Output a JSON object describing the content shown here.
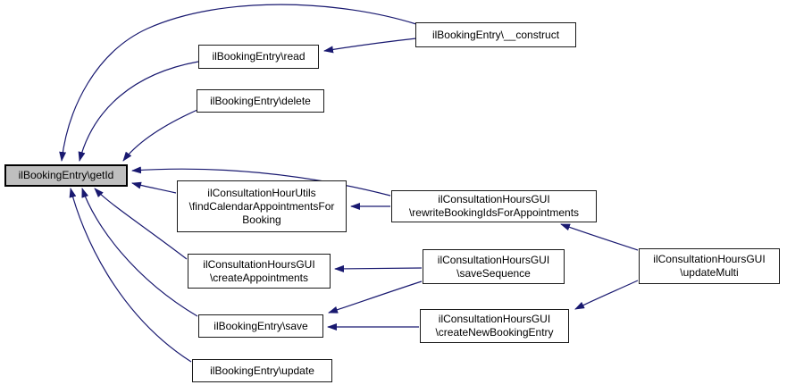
{
  "diagram": {
    "type": "call-graph",
    "highlighted_node": "ilBookingEntry\\getId",
    "colors": {
      "edge": "#191970",
      "node_border": "#1a1a1a",
      "highlight_bg": "#bfbfbf",
      "node_bg": "#ffffff"
    },
    "nodes": [
      {
        "id": "getid",
        "label": "ilBookingEntry\\getId",
        "highlighted": true
      },
      {
        "id": "construct",
        "label": "ilBookingEntry\\__construct"
      },
      {
        "id": "read",
        "label": "ilBookingEntry\\read"
      },
      {
        "id": "delete",
        "label": "ilBookingEntry\\delete"
      },
      {
        "id": "findcalendar",
        "label": "ilConsultationHourUtils\n\\findCalendarAppointmentsFor\nBooking"
      },
      {
        "id": "rewrite",
        "label": "ilConsultationHoursGUI\n\\rewriteBookingIdsForAppointments"
      },
      {
        "id": "createappointments",
        "label": "ilConsultationHoursGUI\n\\createAppointments"
      },
      {
        "id": "savesequence",
        "label": "ilConsultationHoursGUI\n\\saveSequence"
      },
      {
        "id": "save",
        "label": "ilBookingEntry\\save"
      },
      {
        "id": "createnewbookingentry",
        "label": "ilConsultationHoursGUI\n\\createNewBookingEntry"
      },
      {
        "id": "update",
        "label": "ilBookingEntry\\update"
      },
      {
        "id": "updatemulti",
        "label": "ilConsultationHoursGUI\n\\updateMulti"
      }
    ],
    "edges": [
      {
        "from": "construct",
        "to": "getid"
      },
      {
        "from": "construct",
        "to": "read"
      },
      {
        "from": "read",
        "to": "getid"
      },
      {
        "from": "delete",
        "to": "getid"
      },
      {
        "from": "rewrite",
        "to": "getid"
      },
      {
        "from": "findcalendar",
        "to": "getid"
      },
      {
        "from": "rewrite",
        "to": "findcalendar"
      },
      {
        "from": "createappointments",
        "to": "getid"
      },
      {
        "from": "savesequence",
        "to": "createappointments"
      },
      {
        "from": "save",
        "to": "getid"
      },
      {
        "from": "savesequence",
        "to": "save"
      },
      {
        "from": "createnewbookingentry",
        "to": "save"
      },
      {
        "from": "updatemulti",
        "to": "rewrite"
      },
      {
        "from": "updatemulti",
        "to": "createnewbookingentry"
      },
      {
        "from": "update",
        "to": "getid"
      }
    ]
  }
}
